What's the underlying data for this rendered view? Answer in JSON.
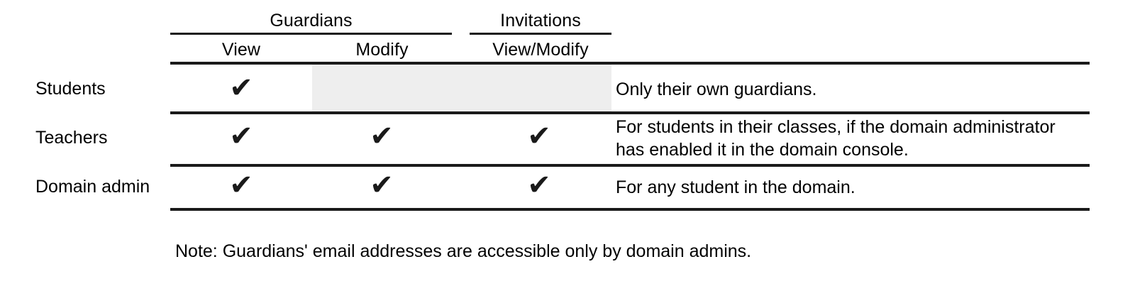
{
  "table": {
    "column_groups": [
      {
        "label": "Guardians",
        "spans": [
          "View",
          "Modify"
        ]
      },
      {
        "label": "Invitations",
        "spans": [
          "View/Modify"
        ]
      }
    ],
    "columns": [
      {
        "key": "row_label",
        "header": ""
      },
      {
        "key": "guardians_view",
        "header": "View"
      },
      {
        "key": "guardians_modify",
        "header": "Modify"
      },
      {
        "key": "invitations_view_modify",
        "header": "View/Modify"
      },
      {
        "key": "notes",
        "header": ""
      }
    ],
    "check_glyph": "✔",
    "rows": [
      {
        "label": "Students",
        "guardians_view": true,
        "guardians_modify": false,
        "invitations_view_modify": false,
        "notes": "Only their own guardians."
      },
      {
        "label": "Teachers",
        "guardians_view": true,
        "guardians_modify": true,
        "invitations_view_modify": true,
        "notes": "For students in their classes, if the domain administrator has enabled it in the domain console."
      },
      {
        "label": "Domain admin",
        "guardians_view": true,
        "guardians_modify": true,
        "invitations_view_modify": true,
        "notes": "For any student in the domain."
      }
    ]
  },
  "footnote": "Note: Guardians' email addresses are accessible only by domain admins.",
  "colors": {
    "rule": "#1a1a1a",
    "disabled_cell": "#eeeeee",
    "text": "#000000",
    "background": "#ffffff"
  }
}
